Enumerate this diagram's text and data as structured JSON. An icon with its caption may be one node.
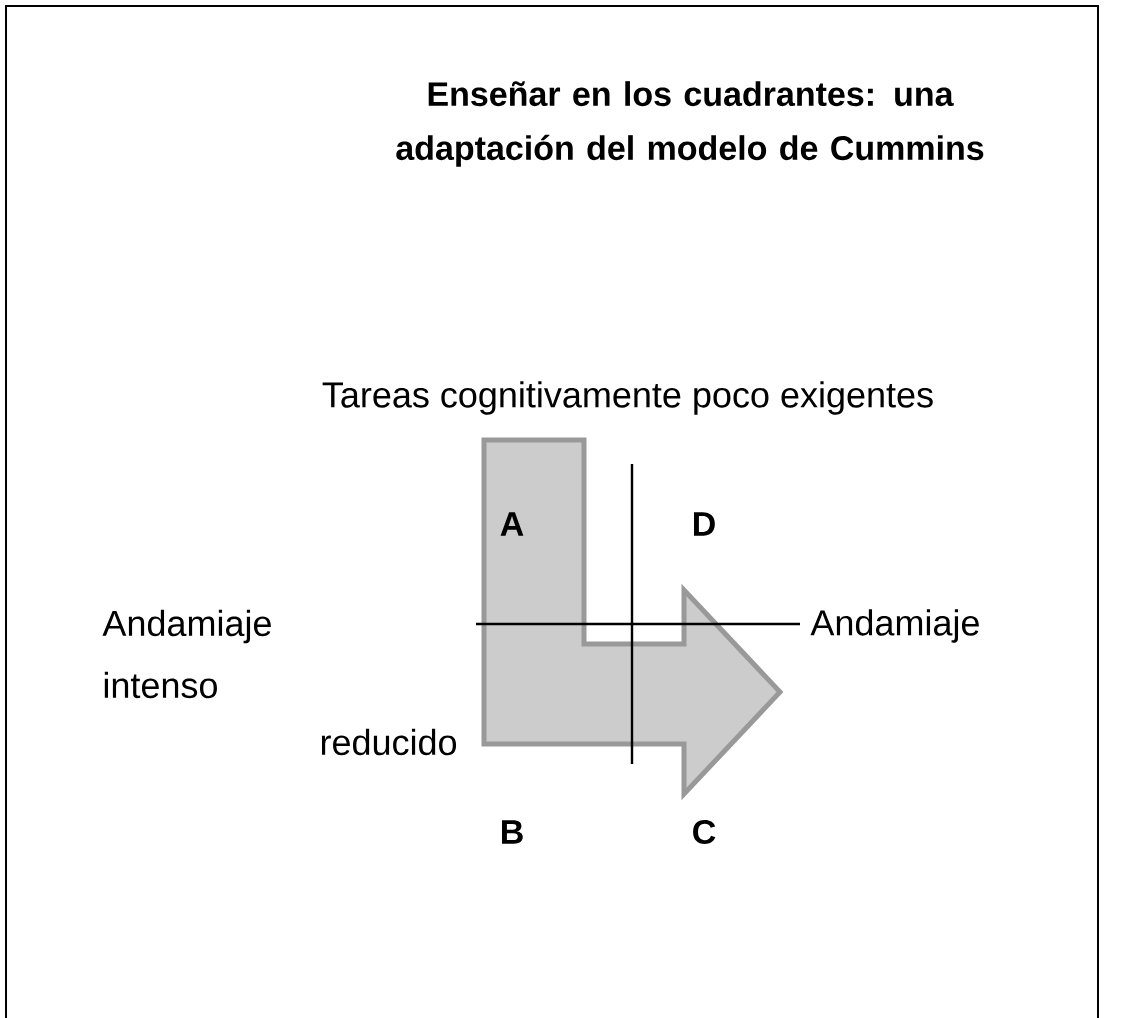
{
  "diagram": {
    "title": "Enseñar en los cuadrantes: una adaptación del modelo de Cummins",
    "labels": [
      "Tareas cognitivamente poco exigentes",
      "A",
      "D",
      "Andamiaje intenso",
      "Andamiaje",
      "reducido",
      "B",
      "C"
    ]
  }
}
